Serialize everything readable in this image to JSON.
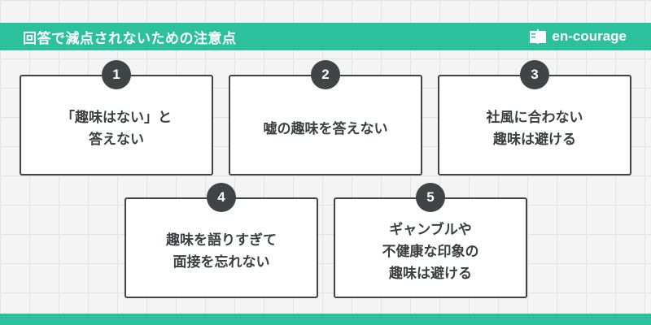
{
  "header": {
    "title": "回答で減点されないための注意点",
    "logo_text": "en-courage",
    "logo_icon": "book-icon"
  },
  "colors": {
    "accent": "#2cc09c",
    "card_border": "#3f4447",
    "text": "#3a3f42",
    "background": "#f4f4f4"
  },
  "cards": [
    {
      "number": "1",
      "text": "「趣味はない」と\n答えない"
    },
    {
      "number": "2",
      "text": "嘘の趣味を答えない"
    },
    {
      "number": "3",
      "text": "社風に合わない\n趣味は避ける"
    },
    {
      "number": "4",
      "text": "趣味を語りすぎて\n面接を忘れない"
    },
    {
      "number": "5",
      "text": "ギャンブルや\n不健康な印象の\n趣味は避ける"
    }
  ]
}
